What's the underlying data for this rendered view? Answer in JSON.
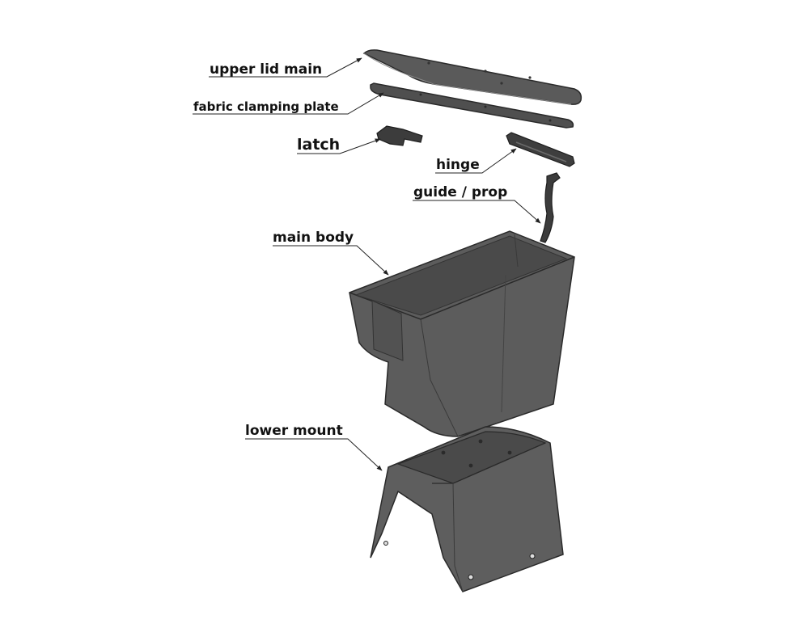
{
  "labels": {
    "upper_lid_main": "upper lid main",
    "fabric_clamping_plate": "fabric clamping plate",
    "latch": "latch",
    "hinge": "hinge",
    "guide_prop": "guide / prop",
    "main_body": "main body",
    "lower_mount": "lower mount"
  },
  "colors": {
    "background": "#ffffff",
    "part_dark": "#4a4a4a",
    "part_mid": "#5e5e5e",
    "part_light": "#7a7a7a",
    "outline": "#2a2a2a",
    "leader": "#222222"
  }
}
